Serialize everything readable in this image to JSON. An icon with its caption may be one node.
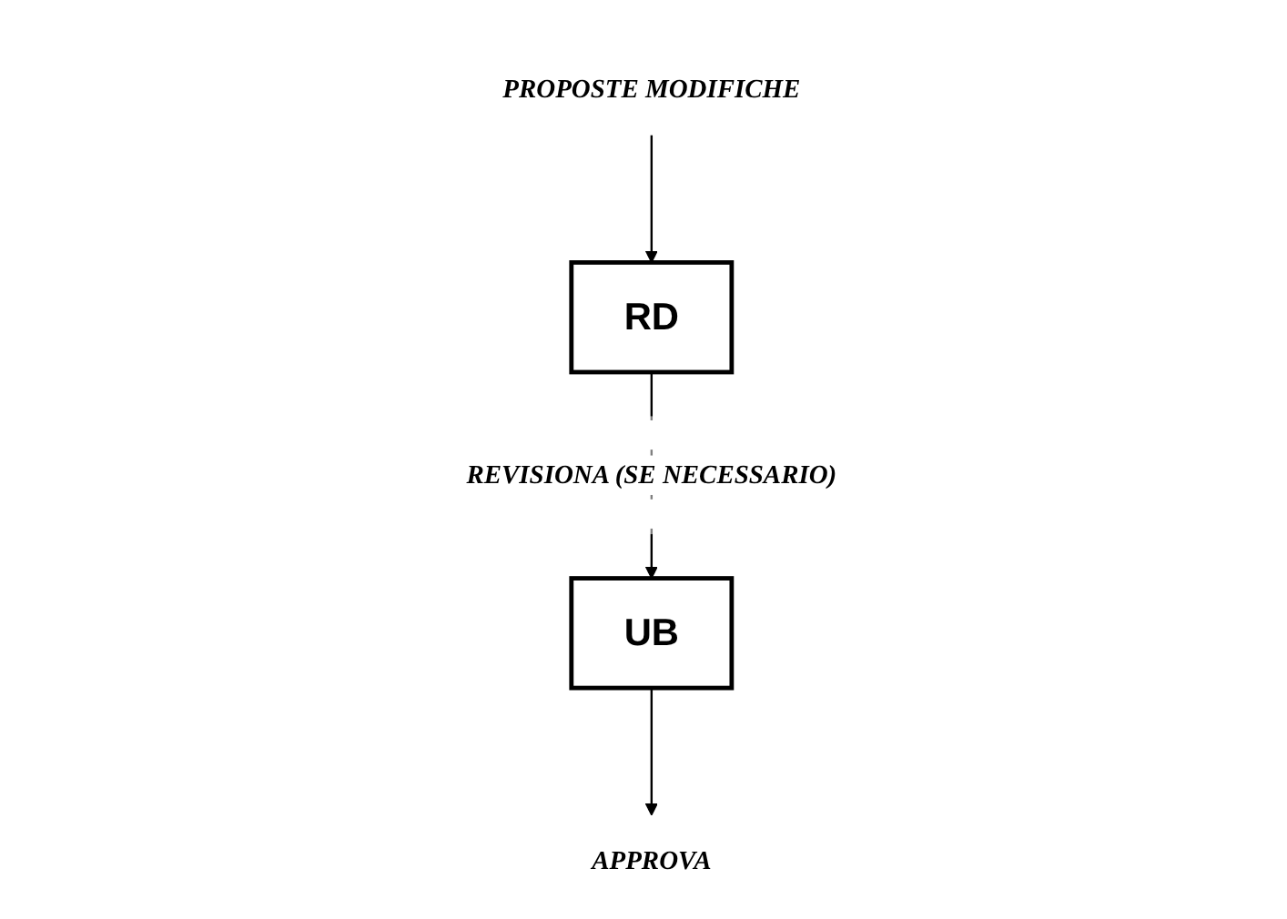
{
  "diagram": {
    "nodes": [
      {
        "text": [
          "PROPOSTE MODIFICHE"
        ]
      },
      {
        "text": [
          "RD"
        ]
      },
      {
        "text": [
          "UB"
        ]
      },
      {
        "text": [
          "APPROVA"
        ]
      }
    ],
    "edges": [
      {
        "from": 0,
        "to": 1,
        "arrow": "to"
      },
      {
        "from": 1,
        "to": 2,
        "arrow": "to",
        "label": "REVISIONA (SE NECESSARIO)"
      },
      {
        "from": 2,
        "to": 3,
        "arrow": "to"
      }
    ]
  }
}
